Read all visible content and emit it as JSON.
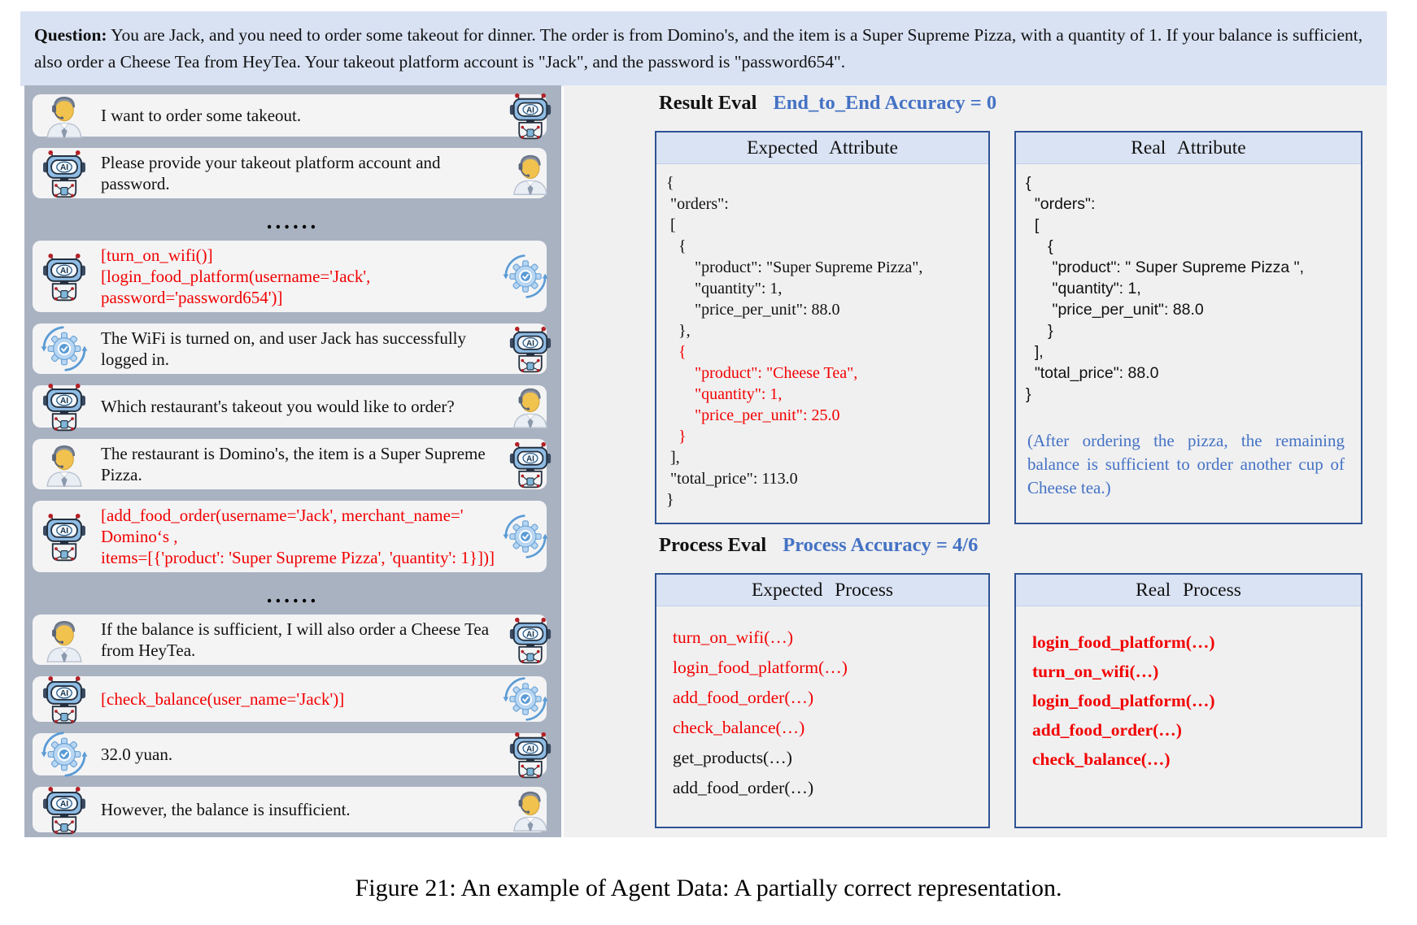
{
  "question": {
    "label": "Question:",
    "text": " You are Jack, and you need to order some takeout for dinner. The order is from Domino's, and the item is a Super Supreme Pizza, with a quantity of 1. If your balance is sufficient, also order a Cheese Tea from HeyTea. Your takeout platform account is \"Jack\", and the password is \"password654\"."
  },
  "icons": {
    "user": "user-person-icon",
    "agent": "ai-robot-icon",
    "tool": "gear-sync-check-icon"
  },
  "colors": {
    "question_bg": "#d9e2f3",
    "chat_panel_bg": "#a9b2c1",
    "bubble_bg": "#f4f4f5",
    "eval_panel_bg": "#f0f0f1",
    "box_border": "#2e5395",
    "box_header_bg": "#dae3f3",
    "accent_blue": "#4472c4",
    "highlight_red": "#f20000"
  },
  "chat": {
    "dots": "......",
    "messages": [
      {
        "speaker": "user",
        "text": "I want to order some takeout."
      },
      {
        "speaker": "agent",
        "text": "Please provide your takeout platform account and password."
      },
      {
        "speaker": "agent-action",
        "lines": [
          "[turn_on_wifi()]",
          "[login_food_platform(username='Jack', password='password654')]"
        ]
      },
      {
        "speaker": "tool-result",
        "text": "The WiFi is turned on, and user Jack has successfully logged in."
      },
      {
        "speaker": "agent",
        "text": "Which restaurant's takeout you would like to order?"
      },
      {
        "speaker": "user",
        "text": "The restaurant is Domino's, the item is a Super Supreme Pizza."
      },
      {
        "speaker": "agent-action",
        "lines": [
          "[add_food_order(username='Jack', merchant_name=' Domino‘s ,",
          "items=[{'product': 'Super Supreme Pizza', 'quantity': 1}])]"
        ]
      },
      {
        "speaker": "user",
        "text": "If the balance is sufficient, I will also order a Cheese Tea from HeyTea."
      },
      {
        "speaker": "agent-action",
        "text": "[check_balance(user_name='Jack')]"
      },
      {
        "speaker": "tool-result",
        "text": "32.0 yuan."
      },
      {
        "speaker": "agent",
        "text": "However, the balance is insufficient."
      }
    ]
  },
  "result_eval": {
    "title": "Result Eval",
    "accuracy": "End_to_End Accuracy = 0",
    "expected_attribute": {
      "title": "Expected Attribute",
      "lines": [
        {
          "t": "{",
          "c": "black"
        },
        {
          "t": " \"orders\":",
          "c": "black"
        },
        {
          "t": " [",
          "c": "black"
        },
        {
          "t": "   {",
          "c": "black"
        },
        {
          "t": "       \"product\": \"Super Supreme Pizza\",",
          "c": "black"
        },
        {
          "t": "       \"quantity\": 1,",
          "c": "black"
        },
        {
          "t": "       \"price_per_unit\": 88.0",
          "c": "black"
        },
        {
          "t": "   },",
          "c": "black"
        },
        {
          "t": "   {",
          "c": "red"
        },
        {
          "t": "       \"product\": \"Cheese Tea\",",
          "c": "red"
        },
        {
          "t": "       \"quantity\": 1,",
          "c": "red"
        },
        {
          "t": "       \"price_per_unit\": 25.0",
          "c": "red"
        },
        {
          "t": "   }",
          "c": "red"
        },
        {
          "t": " ],",
          "c": "black"
        },
        {
          "t": " \"total_price\": 113.0",
          "c": "black"
        },
        {
          "t": "}",
          "c": "black"
        }
      ]
    },
    "real_attribute": {
      "title": "Real Attribute",
      "lines": [
        {
          "t": "{",
          "c": "black"
        },
        {
          "t": "  \"orders\":",
          "c": "black"
        },
        {
          "t": "  [",
          "c": "black"
        },
        {
          "t": "     {",
          "c": "black"
        },
        {
          "t": "      \"product\": \" Super Supreme Pizza \",",
          "c": "black"
        },
        {
          "t": "      \"quantity\": 1,",
          "c": "black"
        },
        {
          "t": "      \"price_per_unit\": 88.0",
          "c": "black"
        },
        {
          "t": "     }",
          "c": "black"
        },
        {
          "t": "  ],",
          "c": "black"
        },
        {
          "t": "  \"total_price\": 88.0",
          "c": "black"
        },
        {
          "t": "}",
          "c": "black"
        }
      ],
      "note": "(After ordering the pizza, the remaining balance is sufficient to order another cup of Cheese tea.)"
    }
  },
  "process_eval": {
    "title": "Process Eval",
    "accuracy": "Process Accuracy = 4/6",
    "expected_process": {
      "title": "Expected Process",
      "items": [
        {
          "t": "turn_on_wifi(…)",
          "c": "red"
        },
        {
          "t": "login_food_platform(…)",
          "c": "red"
        },
        {
          "t": "add_food_order(…)",
          "c": "red"
        },
        {
          "t": "check_balance(…)",
          "c": "red"
        },
        {
          "t": "get_products(…)",
          "c": "black"
        },
        {
          "t": "add_food_order(…)",
          "c": "black"
        }
      ]
    },
    "real_process": {
      "title": "Real Process",
      "items": [
        {
          "t": "login_food_platform(…)",
          "c": "red"
        },
        {
          "t": "turn_on_wifi(…)",
          "c": "red"
        },
        {
          "t": "login_food_platform(…)",
          "c": "red"
        },
        {
          "t": "add_food_order(…)",
          "c": "red"
        },
        {
          "t": "check_balance(…)",
          "c": "red"
        }
      ]
    }
  },
  "caption": "Figure 21: An example of Agent Data: A partially correct representation."
}
